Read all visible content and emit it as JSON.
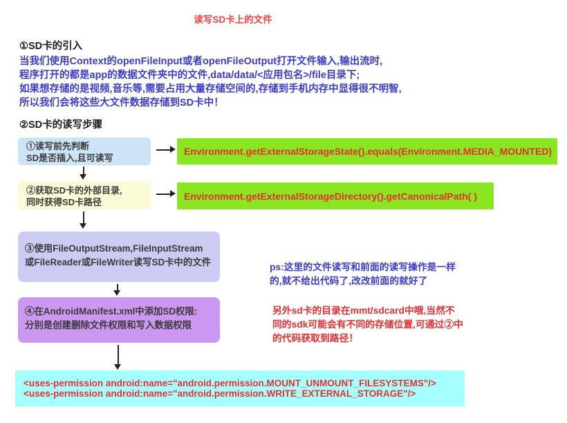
{
  "title": "读写SD卡上的文件",
  "colors": {
    "title_red": "#f14343",
    "text_blue": "#3c3ccc",
    "code_red": "#e62e2e",
    "note_red": "#e62e2e",
    "box1_bg": "#cde4f6",
    "box2_bg": "#fbfbd8",
    "box3_bg": "#cbcbf3",
    "box4_bg": "#cb97f1",
    "green_bg": "#8ae620",
    "cyan_bg": "#a5ffff",
    "arrow": "#222222"
  },
  "section1": {
    "heading": "①SD卡的引入",
    "para_lines": [
      "当我们使用Context的openFileInput或者openFileOutput打开文件输入,输出流时,",
      "程序打开的都是app的数据文件夹中的文件,data/data/<应用包名>/file目录下;",
      "如果想存储的是视频,音乐等,需要占用大量存储空间的,存储到手机内存中显得很不明智,",
      "所以我们会将这些大文件数据存储到SD卡中！"
    ]
  },
  "section2": {
    "heading": "②SD卡的读写步骤"
  },
  "flow": {
    "step1": {
      "lines": [
        "①读写前先判断",
        "SD是否插入,且可读写"
      ],
      "code": "Environment.getExternalStorageState().equals(Environment.MEDIA_MOUNTED)"
    },
    "step2": {
      "lines": [
        "②获取SD卡的外部目录,",
        "同时获得SD卡路径"
      ],
      "code": "Environment.getExternalStorageDirectory().getCanonicalPath( )"
    },
    "step3": {
      "lines": [
        "③使用FileOutputStream,FileInputStream",
        "或FileReader或FileWriter读写SD卡中的文件"
      ]
    },
    "step4": {
      "lines": [
        "④在AndroidManifest.xml中添加SD权限:",
        "分别是创建删除文件权限和写入数据权限"
      ]
    },
    "permissions": [
      "<uses-permission android:name=\"android.permission.MOUNT_UNMOUNT_FILESYSTEMS\"/>",
      "<uses-permission android:name=\"android.permission.WRITE_EXTERNAL_STORAGE\"/>"
    ]
  },
  "notes": {
    "ps_lines": [
      "ps:这里的文件读写和前面的读写操作是一样",
      "的,就不给出代码了,改改前面的就好了"
    ],
    "red_lines": [
      "另外sd卡的目录在mmt/sdcard中哦,当然不",
      "同的sdk可能会有不同的存储位置,可通过②中",
      "的代码获取到路径！"
    ]
  }
}
